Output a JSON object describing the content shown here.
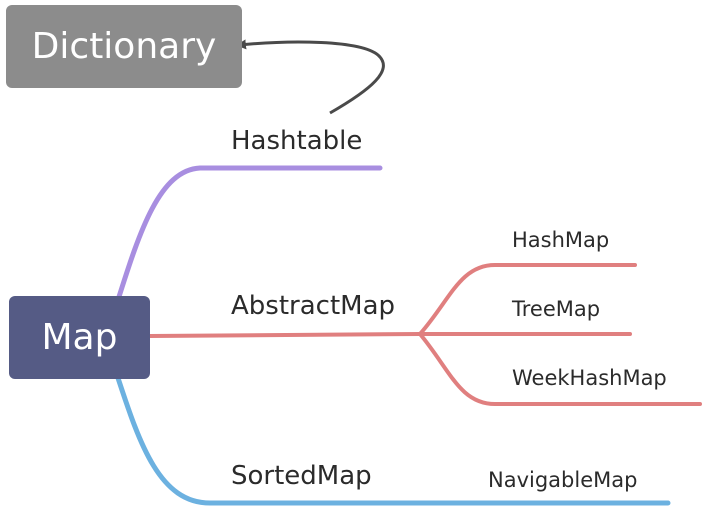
{
  "colors": {
    "dictionary_fill": "#8c8c8c",
    "map_fill": "#555b85",
    "hashtable_branch": "#a88ee0",
    "abstractmap_branch": "#e07f7f",
    "sortedmap_branch": "#6cb1e0",
    "arrow": "#4a4a4a",
    "label_text": "#2b2b2b",
    "node_text": "#ffffff"
  },
  "nodes": {
    "dictionary": "Dictionary",
    "map": "Map"
  },
  "branches": {
    "hashtable": "Hashtable",
    "abstractmap": "AbstractMap",
    "sortedmap": "SortedMap"
  },
  "subbranches": {
    "hashmap": "HashMap",
    "treemap": "TreeMap",
    "weekhashmap": "WeekHashMap",
    "navigablemap": "NavigableMap"
  }
}
